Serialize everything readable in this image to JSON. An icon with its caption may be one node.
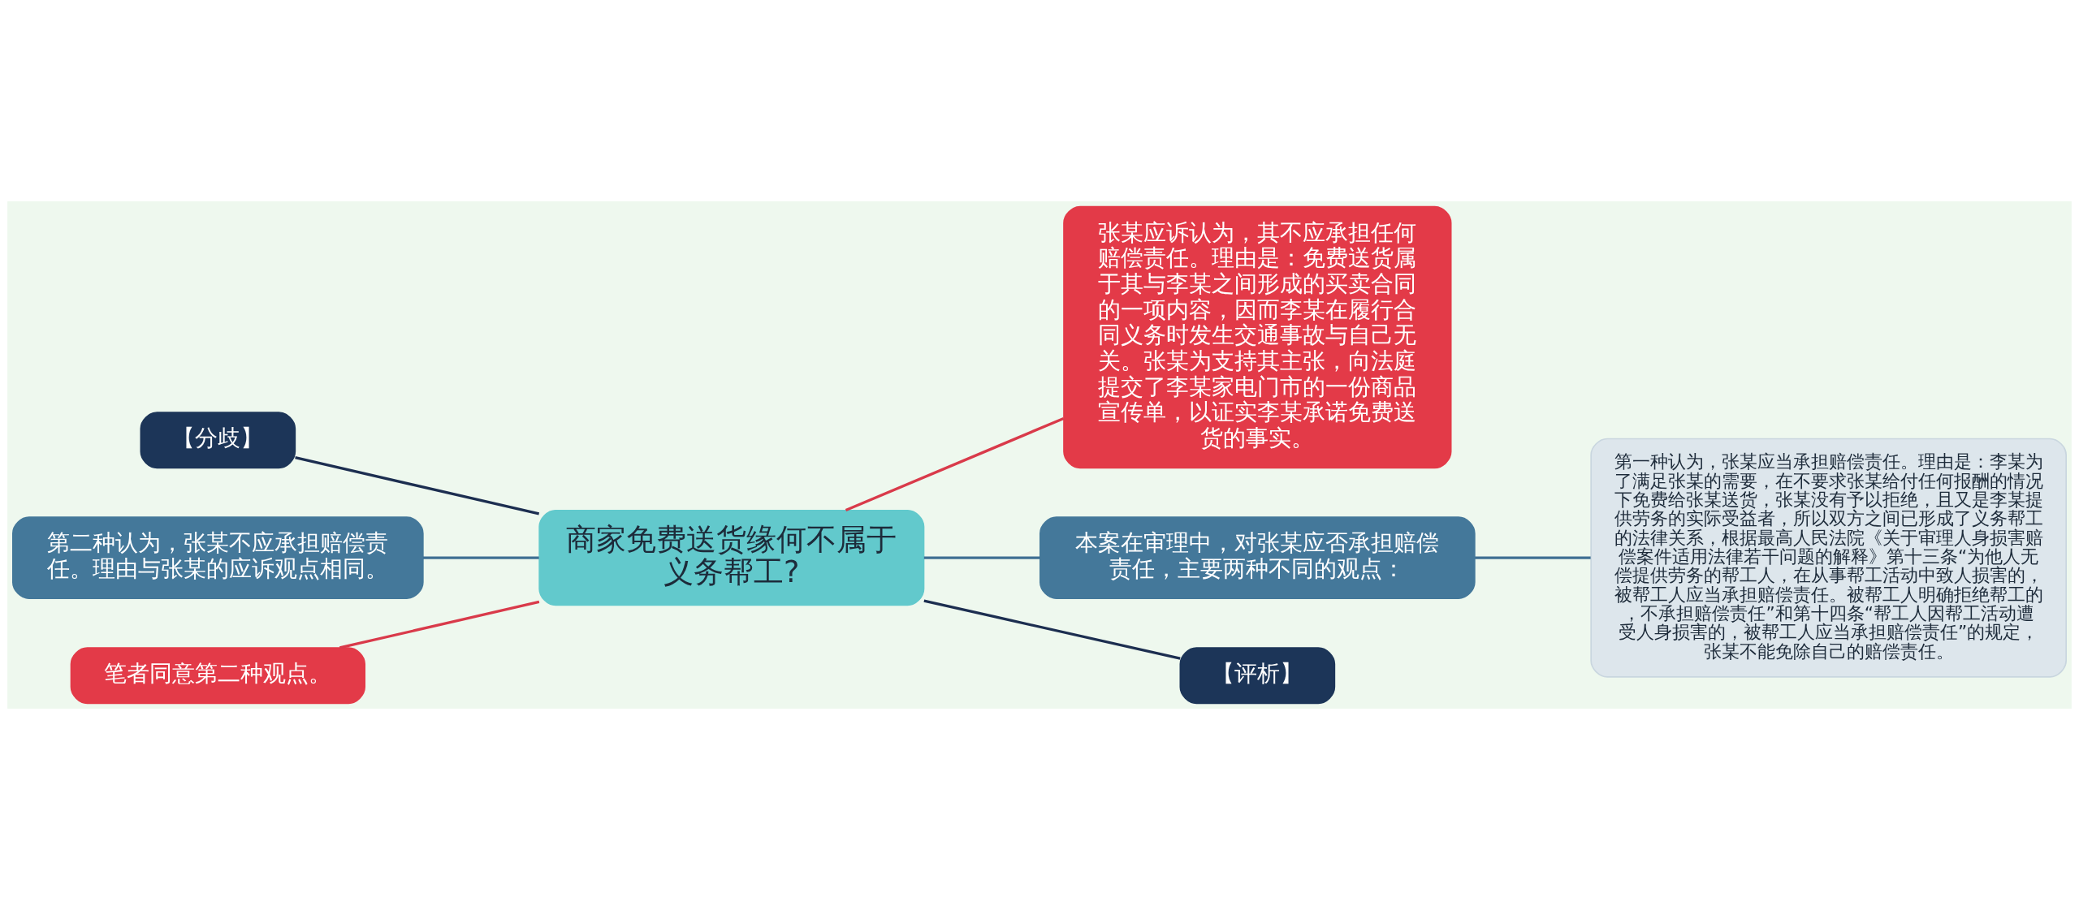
{
  "diagram": {
    "nodes": [
      {
        "text": [
          "商家免费送货缘何不属于义务帮工?"
        ]
      },
      {
        "text": [
          "张某应诉认为，其不应承担任何赔偿责任。理由是：免费送货属于其与李某之间形成的买卖合同的一项内容，因而李某在履行合同义务时发生交通事故与自己无关。张某为支持其主张，向法庭提交了李某家电门市的一份商品宣传单，以证实李某承诺免费送货的事实。"
        ]
      },
      {
        "text": [
          "本案在审理中，对张某应否承担赔偿责任，主要两种不同的观点："
        ]
      },
      {
        "text": [
          "第一种认为，张某应当承担赔偿责任。理由是：李某为了满足张某的需要，在不要求张某给付任何报酬的情况下免费给张某送货，张某没有予以拒绝，且又是李某提供劳务的实际受益者，所以双方之间已形成了义务帮工的法律关系，根据最高人民法院《关于审理人身损害赔偿案件适用法律若干问题的解释》第十三条“为他人无偿提供劳务的帮工人，在从事帮工活动中致人损害的，被帮工人应当承担赔偿责任。被帮工人明确拒绝帮工的，不承担赔偿责任”和第十四条“帮工人因帮工活动遭受人身损害的，被帮工人应当承担赔偿责任”的规定，张某不能免除自己的赔偿责任。"
        ]
      },
      {
        "text": [
          "【评析】"
        ]
      },
      {
        "text": [
          "【分歧】"
        ]
      },
      {
        "text": [
          "第二种认为，张某不应承担赔偿责任。理由与张某的应诉观点相同。"
        ]
      },
      {
        "text": [
          "笔者同意第二种观点。"
        ]
      }
    ],
    "edges": [
      {
        "from": 0,
        "to": 1,
        "arrow": "none",
        "color": "#d93a4a"
      },
      {
        "from": 0,
        "to": 2,
        "arrow": "none",
        "color": "#3e6f93"
      },
      {
        "from": 2,
        "to": 3,
        "arrow": "none",
        "color": "#3e6f93"
      },
      {
        "from": 0,
        "to": 4,
        "arrow": "none",
        "color": "#1c2e50"
      },
      {
        "from": 5,
        "to": 0,
        "arrow": "none",
        "color": "#1c2e50"
      },
      {
        "from": 6,
        "to": 0,
        "arrow": "none",
        "color": "#3e6f93"
      },
      {
        "from": 7,
        "to": 0,
        "arrow": "none",
        "color": "#d93a4a"
      }
    ]
  }
}
